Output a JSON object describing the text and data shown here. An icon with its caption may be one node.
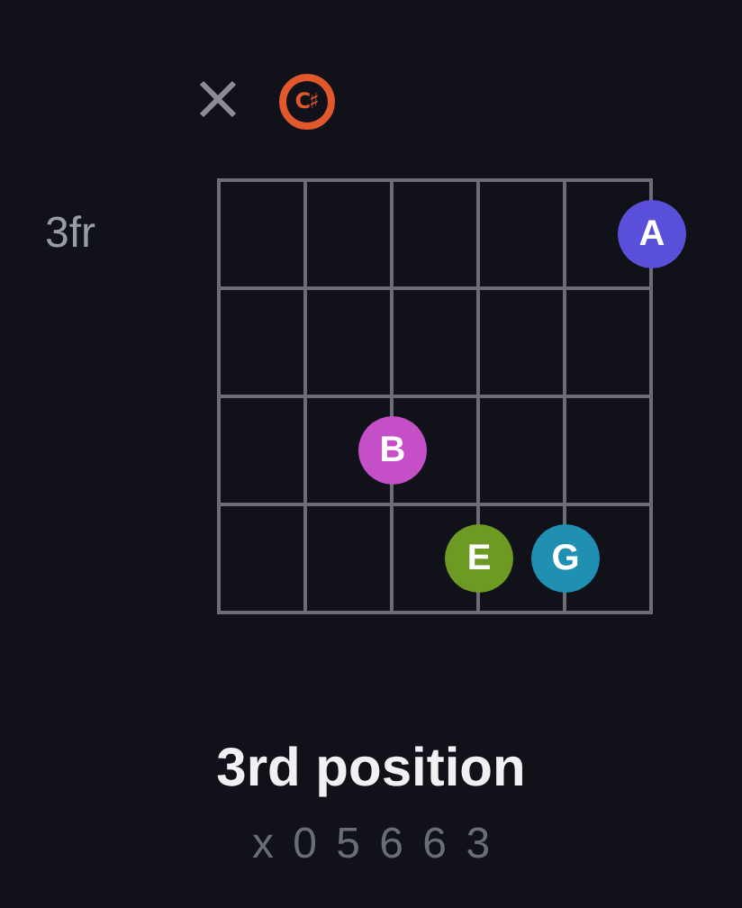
{
  "diagram": {
    "title": "3rd position",
    "nodes": [
      {
        "text": [
          "C♯"
        ]
      },
      {
        "text": [
          "A"
        ]
      },
      {
        "text": [
          "B"
        ]
      },
      {
        "text": [
          "E"
        ]
      },
      {
        "text": [
          "G"
        ]
      }
    ],
    "labels": [
      "3fr",
      "x 0 5 6 6 3"
    ]
  }
}
